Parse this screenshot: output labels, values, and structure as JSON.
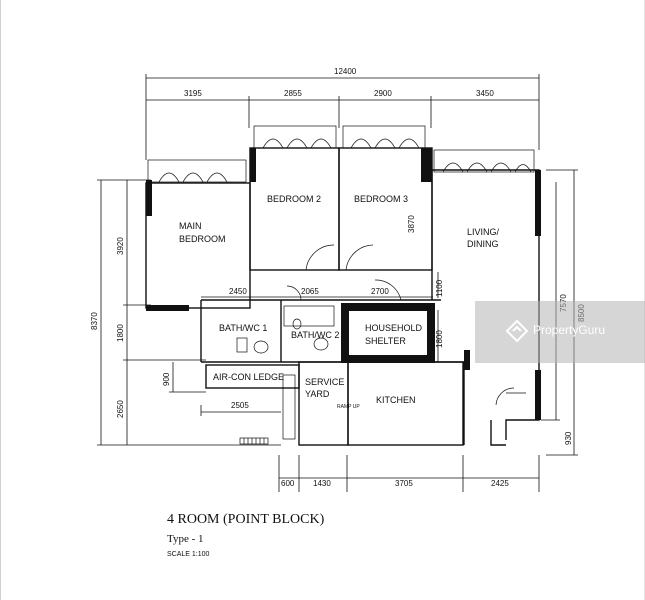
{
  "plan": {
    "title": "4 ROOM (POINT BLOCK)",
    "type_label": "Type - 1",
    "scale": "SCALE 1:100",
    "rooms": {
      "main_bedroom_1": "MAIN",
      "main_bedroom_2": "BEDROOM",
      "bedroom2": "BEDROOM 2",
      "bedroom3": "BEDROOM 3",
      "living_1": "LIVING/",
      "living_2": "DINING",
      "bath1": "BATH/WC 1",
      "bath2": "BATH/WC 2",
      "shelter_1": "HOUSEHOLD",
      "shelter_2": "SHELTER",
      "aircon": "AIR-CON LEDGE",
      "service_1": "SERVICE",
      "service_2": "YARD",
      "kitchen": "KITCHEN"
    },
    "dimensions": {
      "total_width": "12400",
      "top_1": "3195",
      "top_2": "2855",
      "top_3": "2900",
      "top_4": "3450",
      "mid_1": "2450",
      "mid_2": "2065",
      "mid_3": "2700",
      "bottom_0": "2505",
      "bottom_1": "600",
      "bottom_2": "1430",
      "bottom_3": "3705",
      "bottom_4": "2425",
      "left_total": "8370",
      "left_1": "3920",
      "left_2": "1800",
      "left_3": "2650",
      "left_900": "900",
      "right_total": "8500",
      "right_1": "7570",
      "right_2": "930",
      "inner_3870": "3870",
      "inner_1100": "1100",
      "inner_1800": "1800"
    },
    "ramp_label": "RAMP UP"
  },
  "watermark": {
    "text": "PropertyGuru"
  }
}
